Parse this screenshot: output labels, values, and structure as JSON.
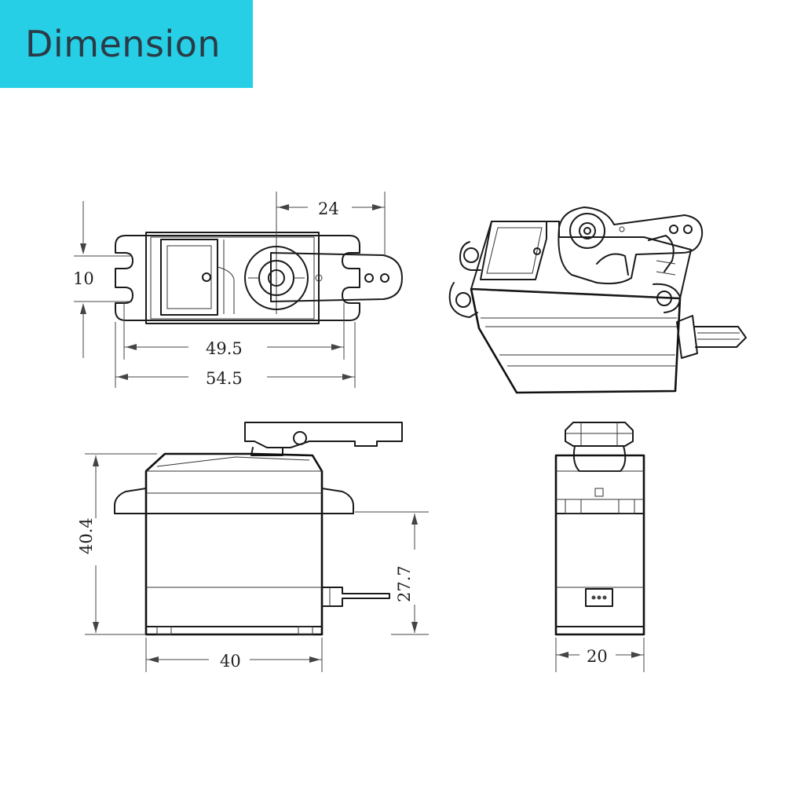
{
  "header": {
    "title": "Dimension"
  },
  "dimensions": {
    "top_view": {
      "horn_offset": "24",
      "tab_height": "10",
      "mount_hole_spacing": "49.5",
      "overall_length": "54.5"
    },
    "side_view": {
      "height": "40.4",
      "tab_to_base": "27.7",
      "body_length": "40"
    },
    "end_view": {
      "width": "20"
    }
  }
}
